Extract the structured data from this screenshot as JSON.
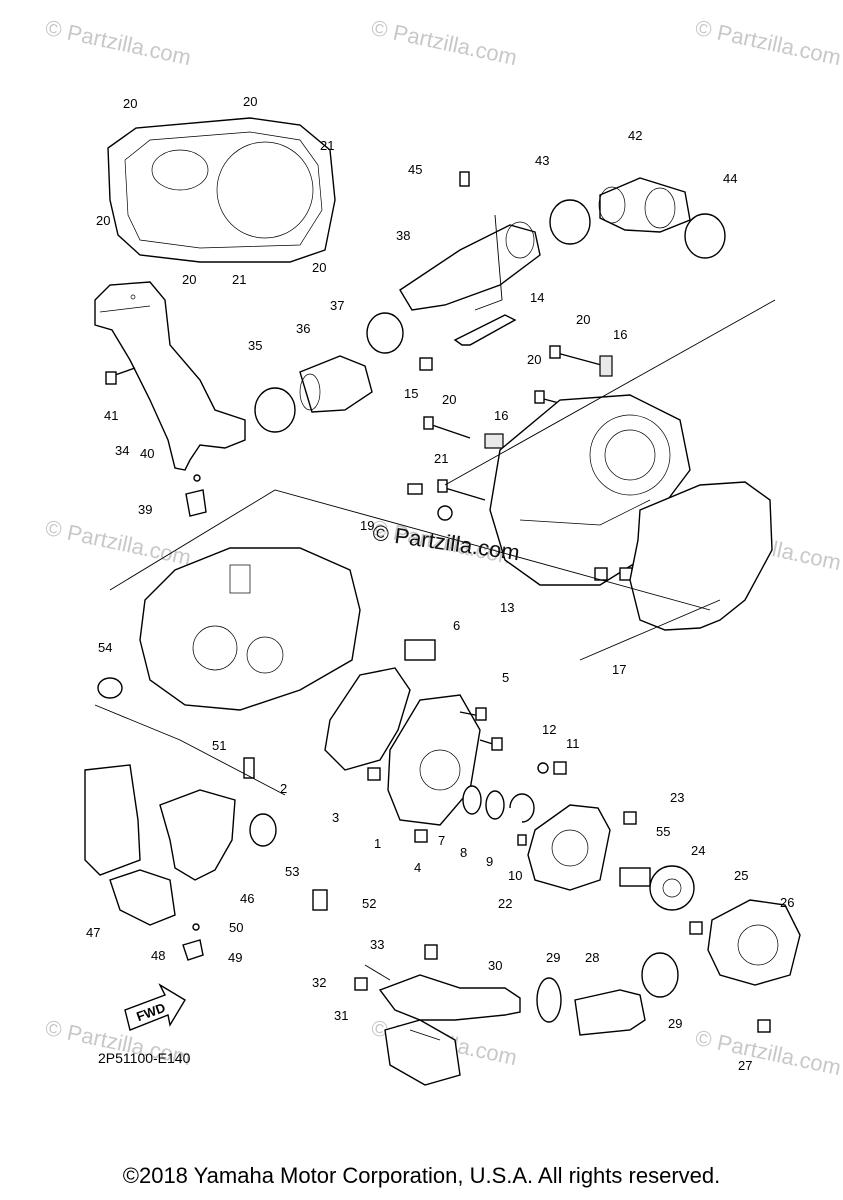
{
  "watermarks": [
    "© Partzilla.com",
    "© Partzilla.com",
    "© Partzilla.com",
    "© Partzilla.com",
    "© Partzilla.com",
    "© Partzilla.com",
    "© Partzilla.com",
    "© Partzilla.com",
    "© Partzilla.com"
  ],
  "center_watermark": "© Partzilla.com",
  "diagram_code": "2P51100-E140",
  "fwd_label": "FWD",
  "copyright": "©2018 Yamaha Motor Corporation, U.S.A. All rights reserved.",
  "callouts": [
    "20",
    "20",
    "21",
    "20",
    "20",
    "21",
    "20",
    "45",
    "43",
    "42",
    "44",
    "38",
    "14",
    "37",
    "36",
    "35",
    "20",
    "16",
    "20",
    "41",
    "15",
    "20",
    "34",
    "16",
    "40",
    "21",
    "39",
    "19",
    "13",
    "6",
    "54",
    "17",
    "5",
    "51",
    "12",
    "11",
    "2",
    "23",
    "3",
    "7",
    "8",
    "9",
    "55",
    "1",
    "24",
    "10",
    "4",
    "53",
    "46",
    "22",
    "25",
    "52",
    "26",
    "47",
    "50",
    "48",
    "49",
    "33",
    "30",
    "29",
    "28",
    "32",
    "29",
    "31",
    "27"
  ]
}
